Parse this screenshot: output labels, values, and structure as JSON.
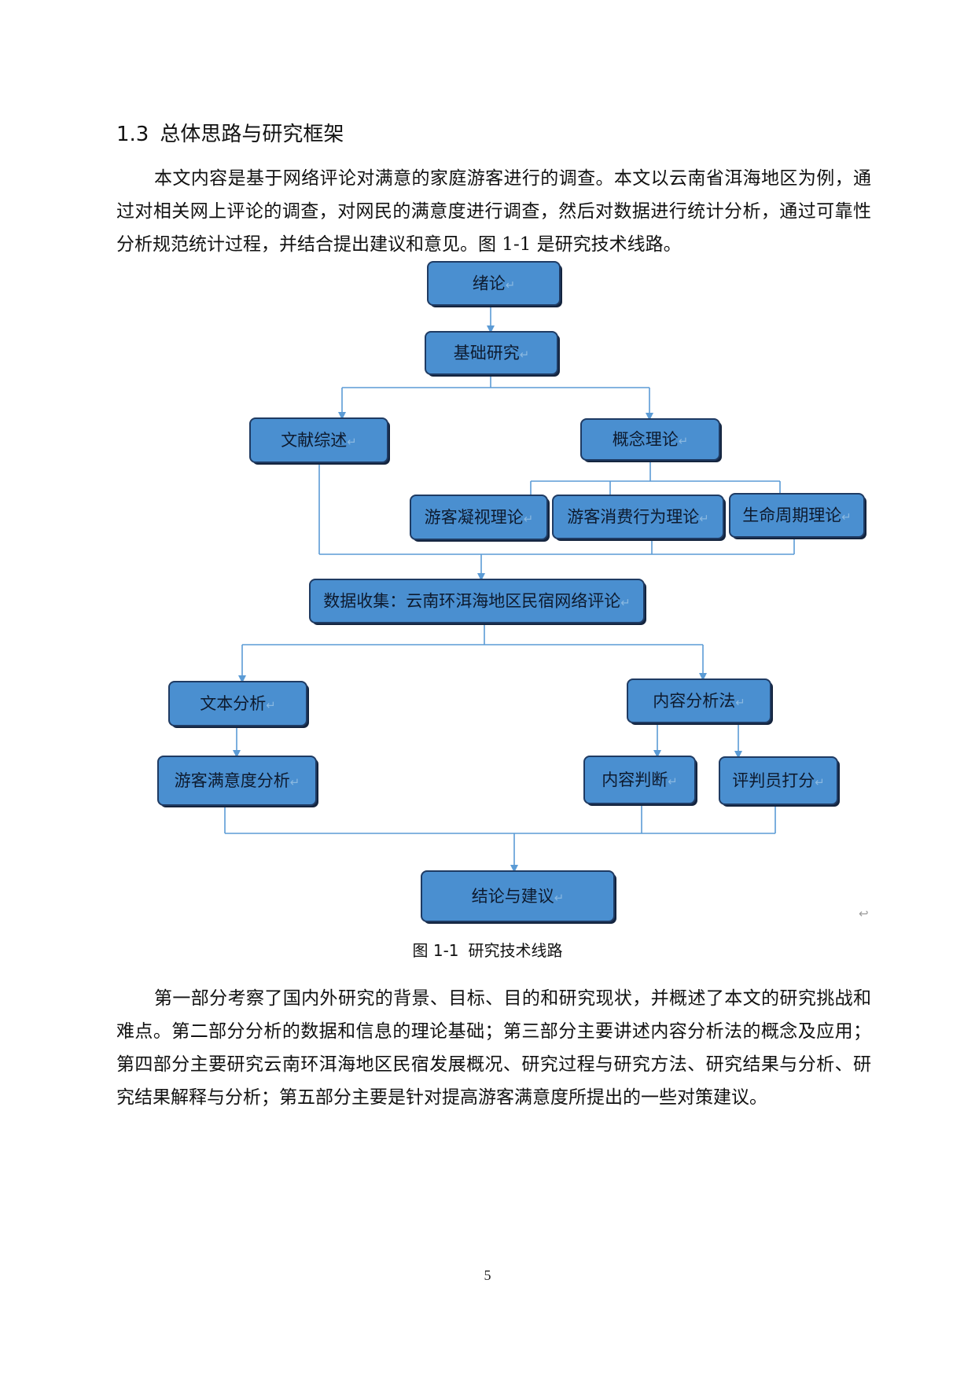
{
  "section": {
    "number": "1.3",
    "title": "总体思路与研究框架"
  },
  "paragraphs": {
    "intro": "本文内容是基于网络评论对满意的家庭游客进行的调查。本文以云南省洱海地区为例，通过对相关网上评论的调查，对网民的满意度进行调查，然后对数据进行统计分析，通过可靠性分析规范统计过程，并结合提出建议和意见。图 1-1 是研究技术线路。",
    "summary": "第一部分考察了国内外研究的背景、目标、目的和研究现状，并概述了本文的研究挑战和难点。第二部分分析的数据和信息的理论基础；第三部分主要讲述内容分析法的概念及应用；第四部分主要研究云南环洱海地区民宿发展概况、研究过程与研究方法、研究结果与分析、研究结果解释与分析；第五部分主要是针对提高游客满意度所提出的一些对策建议。"
  },
  "flowchart": {
    "paragraph_mark": "↵",
    "nodes": {
      "intro": "绪论",
      "basic_research": "基础研究",
      "literature_review": "文献综述",
      "concept_theory": "概念理论",
      "tourist_gaze": "游客凝视理论",
      "consumer_behavior": "游客消费行为理论",
      "life_cycle": "生命周期理论",
      "data_collection": "数据收集：云南环洱海地区民宿网络评论",
      "text_analysis": "文本分析",
      "content_analysis": "内容分析法",
      "satisfaction_analysis": "游客满意度分析",
      "content_judgment": "内容判断",
      "rater_scoring": "评判员打分",
      "conclusion": "结论与建议"
    },
    "stray_mark": "↩"
  },
  "figure": {
    "number": "图 1-1",
    "caption": "研究技术线路"
  },
  "page_number": "5",
  "colors": {
    "box_fill": "#4a8fd0",
    "box_border": "#1f3b63",
    "connector": "#5b9bd5"
  }
}
